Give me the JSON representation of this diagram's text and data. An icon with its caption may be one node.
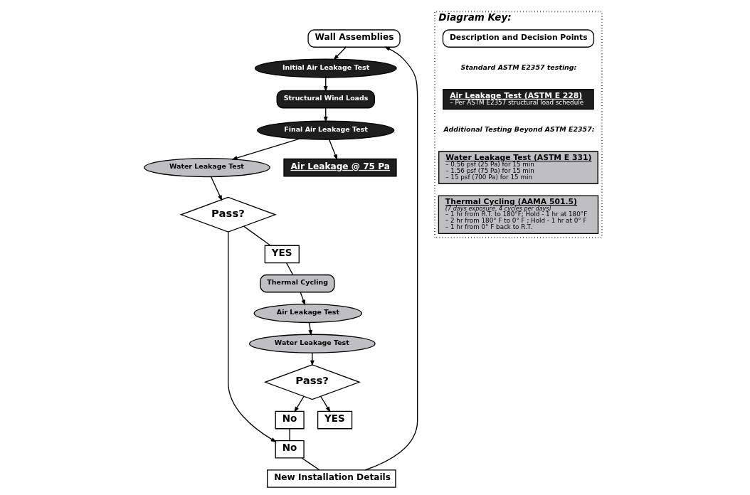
{
  "diagram": {
    "nodes": [
      {
        "text": [
          "Wall Assemblies"
        ]
      },
      {
        "text": [
          "New Installation Details"
        ]
      },
      {
        "text": [
          "Initial Air Leakage Test"
        ]
      },
      {
        "text": [
          "Structural Wind Loads"
        ]
      },
      {
        "text": [
          "Final Air Leakage Test"
        ]
      },
      {
        "text": [
          "Water Leakage Test"
        ]
      },
      {
        "text": [
          "Pass?"
        ]
      },
      {
        "text": [
          "No"
        ]
      },
      {
        "text": [
          "Air Leakage @ 75 Pa"
        ]
      },
      {
        "text": [
          "YES"
        ]
      },
      {
        "text": [
          "Thermal Cycling"
        ]
      },
      {
        "text": [
          "Air Leakage Test"
        ]
      },
      {
        "text": [
          "Water Leakage Test"
        ]
      },
      {
        "text": [
          "Pass?"
        ]
      },
      {
        "text": [
          "No"
        ]
      },
      {
        "text": [
          "YES"
        ]
      },
      {
        "text": [
          "Diagram Key:"
        ]
      },
      {
        "text": [
          "Description and Decision Points"
        ],
        "in": 16
      },
      {
        "text": [
          "Air Leakage Test (ASTM E 228)",
          "– Per ASTM E2357 structural load schedule"
        ],
        "in": 16
      },
      {
        "text": [
          "Water Leakage Test (ASTM E 331)",
          "– 0.56 psf (25 Pa) for 15 min",
          "– 1.56 psf (75 Pa) for 15 min",
          "– 15 psf (700 Pa) for 15 min"
        ],
        "in": 16
      },
      {
        "text": [
          "Thermal Cycling (AAMA 501.5)",
          "(7 days exposure, 4 cycles per days)",
          "– 1 hr from R.T. to 180°F; Hold - 1 hr at 180°F",
          "– 2 hr from 180° F to 0° F ; Hold - 1 hr at 0° F",
          "– 1 hr from 0° F back to R.T."
        ],
        "in": 16
      }
    ],
    "edges": [
      {
        "from": 1,
        "to": 0,
        "arrow": "to"
      },
      {
        "from": 0,
        "to": 2,
        "arrow": "to"
      },
      {
        "from": 2,
        "to": 3,
        "arrow": "to"
      },
      {
        "from": 3,
        "to": 4,
        "arrow": "to"
      },
      {
        "from": 4,
        "to": 5,
        "arrow": "to"
      },
      {
        "from": 5,
        "to": 6,
        "arrow": "to"
      },
      {
        "from": 4,
        "to": 8,
        "arrow": "to"
      },
      {
        "from": 6,
        "to": 7,
        "arrow": "to"
      },
      {
        "from": 6,
        "to": 9,
        "arrow": "none"
      },
      {
        "from": 7,
        "to": 1,
        "arrow": "none"
      },
      {
        "from": 9,
        "to": 10,
        "arrow": "none"
      },
      {
        "from": 10,
        "to": 11,
        "arrow": "to"
      },
      {
        "from": 11,
        "to": 12,
        "arrow": "to"
      },
      {
        "from": 12,
        "to": 13,
        "arrow": "to"
      },
      {
        "from": 13,
        "to": 14,
        "arrow": "to"
      },
      {
        "from": 13,
        "to": 15,
        "arrow": "to"
      },
      {
        "from": 14,
        "to": 7,
        "arrow": "none"
      }
    ],
    "labels": [
      "Standard ASTM E2357 testing:",
      "Additional Testing Beyond ASTM E2357:"
    ]
  }
}
